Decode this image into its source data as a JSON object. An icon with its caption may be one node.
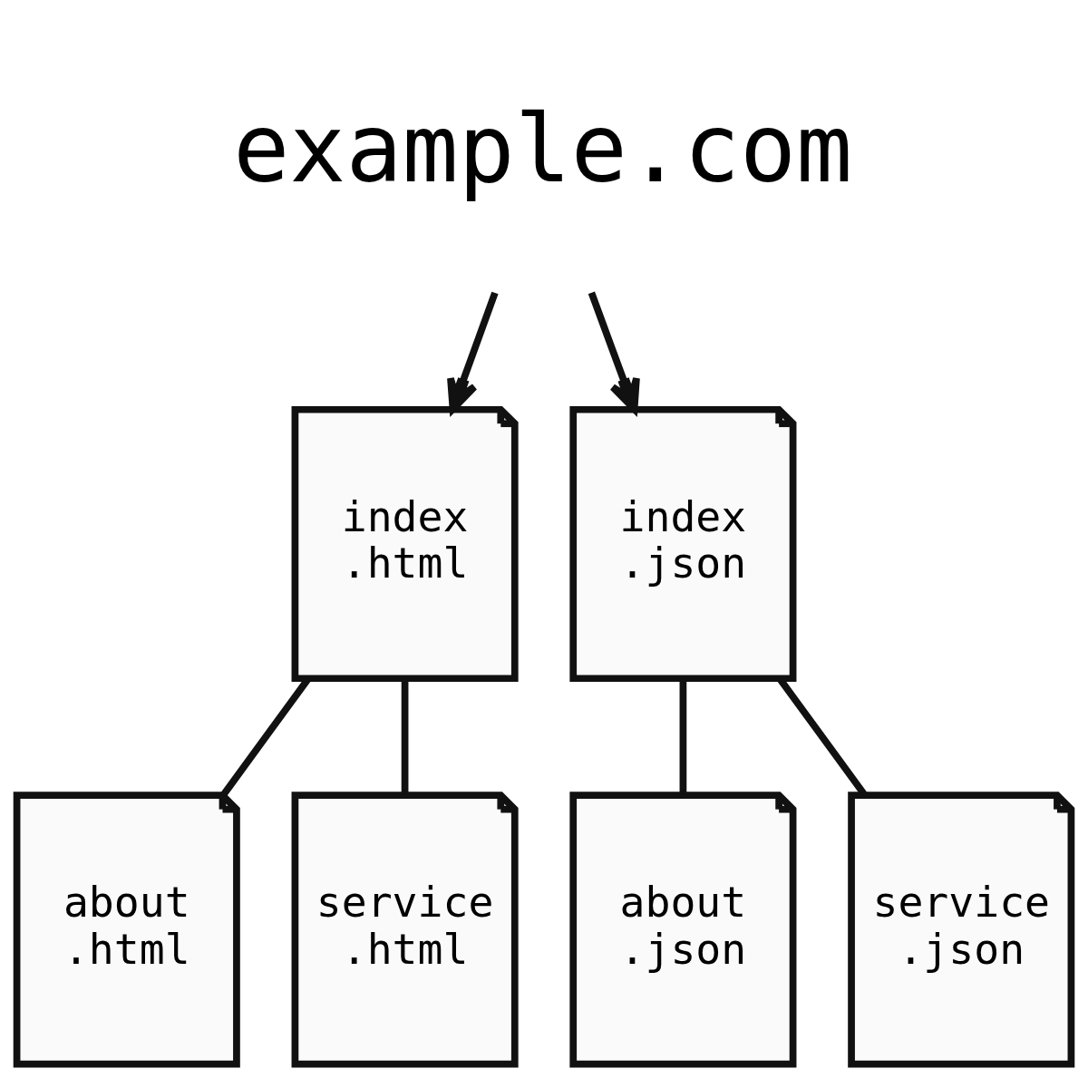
{
  "diagram": {
    "nodes": [
      {
        "text": [
          "example.com"
        ]
      },
      {
        "text": [
          "index .html"
        ]
      },
      {
        "text": [
          "index .json"
        ]
      },
      {
        "text": [
          "about .html"
        ]
      },
      {
        "text": [
          "service .html"
        ]
      },
      {
        "text": [
          "about .json"
        ]
      },
      {
        "text": [
          "service .json"
        ]
      }
    ],
    "edges": [
      {
        "from": 0,
        "to": 1,
        "arrow": "to"
      },
      {
        "from": 0,
        "to": 2,
        "arrow": "to"
      },
      {
        "from": 1,
        "to": 3,
        "arrow": "none"
      },
      {
        "from": 1,
        "to": 4,
        "arrow": "none"
      },
      {
        "from": 2,
        "to": 5,
        "arrow": "none"
      },
      {
        "from": 2,
        "to": 6,
        "arrow": "none"
      }
    ]
  }
}
